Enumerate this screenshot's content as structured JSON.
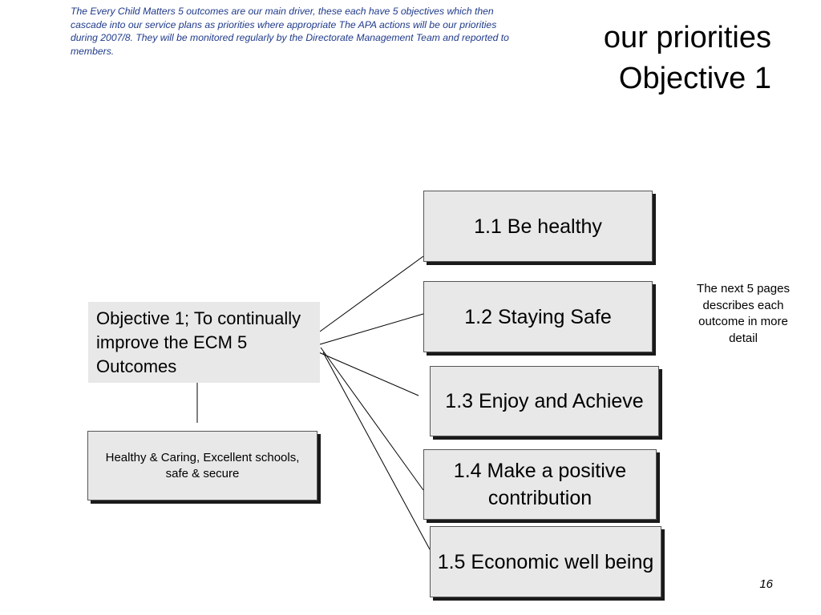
{
  "intro_note": "The Every Child Matters 5 outcomes are our main driver, these each have 5 objectives which then cascade into our service plans as priorities where appropriate The APA actions will be our priorities during 2007/8.  They will be monitored regularly by the Directorate Management Team and reported to members.",
  "title": {
    "line1": "our priorities",
    "line2": "Objective 1"
  },
  "root": {
    "label": "Objective 1; To continually improve the ECM 5 Outcomes"
  },
  "values_box": {
    "label": "Healthy & Caring, Excellent schools, safe & secure"
  },
  "outcomes": [
    {
      "label": "1.1 Be healthy"
    },
    {
      "label": "1.2 Staying Safe"
    },
    {
      "label": "1.3 Enjoy and Achieve"
    },
    {
      "label": "1.4 Make a positive contribution"
    },
    {
      "label": "1.5 Economic well being"
    }
  ],
  "side_note": "The next 5 pages describes each outcome in more detail",
  "page_number": "16",
  "colors": {
    "intro_text": "#1f3a8a",
    "box_fill": "#e8e8e8",
    "box_shadow": "#1a1a1a",
    "connector": "#000000"
  }
}
